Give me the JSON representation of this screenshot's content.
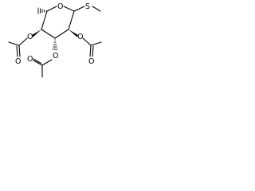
{
  "molecule": {
    "atom_labels": {
      "ring_oxygen": "O",
      "sulfur": "S",
      "acetyl_oxygen_c4": "O",
      "acetyl_carbonyl_c4": "O",
      "acetyl_oxygen_c2": "O",
      "acetyl_carbonyl_c2": "O",
      "acetyl_oxygen_c3": "O",
      "acetyl_carbonyl_c3": "O"
    }
  }
}
